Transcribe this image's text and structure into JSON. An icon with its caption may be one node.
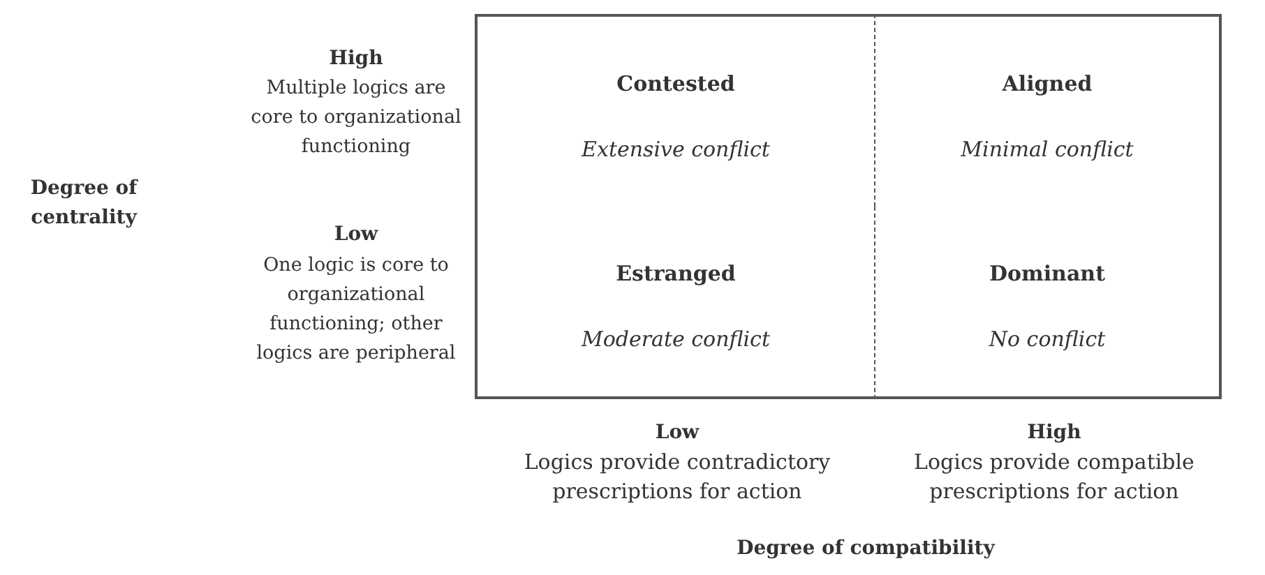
{
  "diagram": {
    "nodes": [
      {
        "text": [
          "Contested",
          "Extensive conflict"
        ]
      },
      {
        "text": [
          "Aligned",
          "Minimal conflict"
        ]
      },
      {
        "text": [
          "Estranged",
          "Moderate conflict"
        ]
      },
      {
        "text": [
          "Dominant",
          "No conflict"
        ]
      }
    ],
    "labels": [
      "High",
      "Multiple logics are core to organizational functioning",
      "Degree of centrality",
      "Low",
      "One logic is core to organizational functioning; other logics are peripheral",
      "Low",
      "Logics provide contradictory prescriptions for action",
      "High",
      "Logics provide compatible prescriptions for action",
      "Degree of compatibility"
    ]
  }
}
